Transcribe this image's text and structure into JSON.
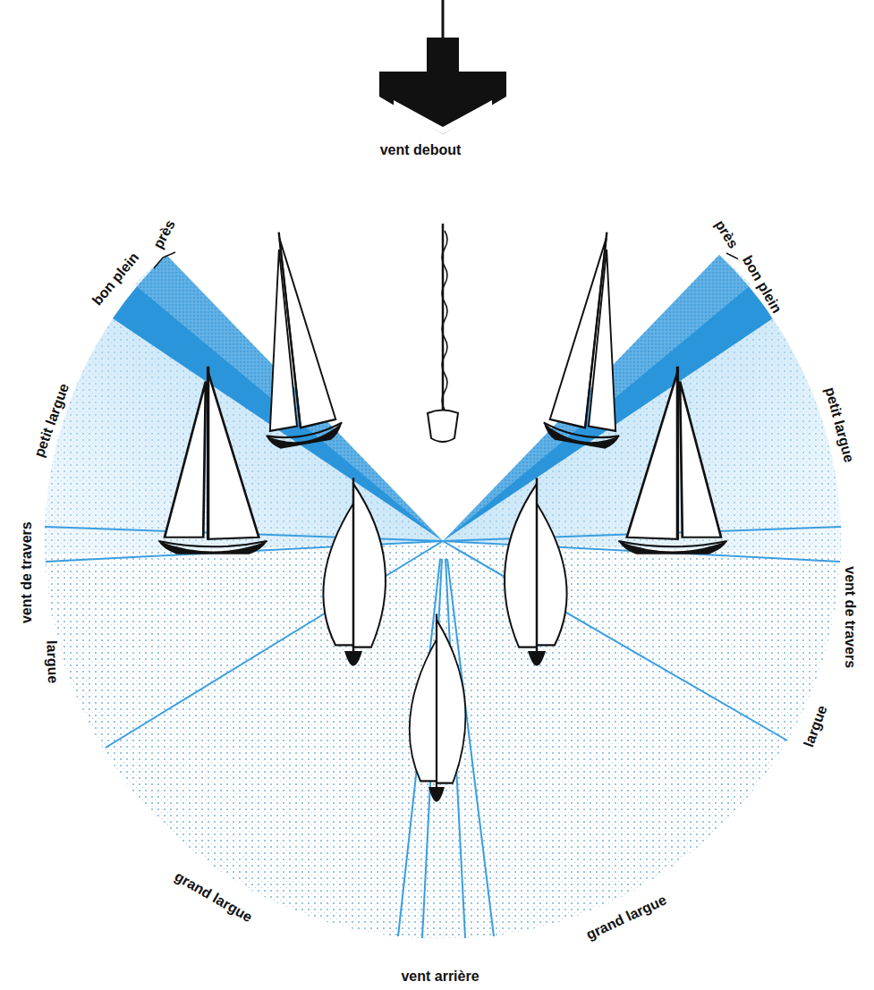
{
  "diagram": {
    "labels": [
      "vent debout",
      "près",
      "bon plein",
      "petit largue",
      "vent de travers",
      "largue",
      "grand largue",
      "près",
      "bon plein",
      "petit largue",
      "vent de travers",
      "largue",
      "grand largue",
      "vent arrière"
    ]
  }
}
